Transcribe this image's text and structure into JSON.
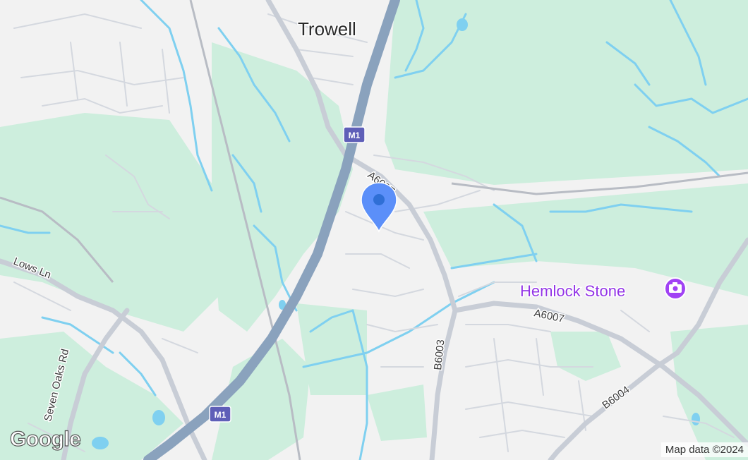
{
  "map": {
    "place_label": "Trowell",
    "poi": {
      "name": "Hemlock Stone",
      "icon": "camera-icon",
      "color": "#9334e6"
    },
    "road_labels": {
      "m1_shield_top": "M1",
      "m1_shield_bottom": "M1",
      "a6007_north": "A6007",
      "a6007_east": "A6007",
      "b6003": "B6003",
      "b6004": "B6004",
      "lows_ln": "Lows Ln",
      "seven_oaks_rd": "Seven Oaks Rd"
    },
    "marker": {
      "icon": "location-pin-icon",
      "color": "#5b8ff9"
    },
    "logo": "Google",
    "attribution": "Map data ©2024"
  },
  "colors": {
    "land": "#f2f2f2",
    "park": "#cdeedd",
    "water": "#7fd0f0",
    "motorway": "#8aa2bd",
    "road": "#c8cdd6",
    "shield": "#5f5fb8"
  }
}
